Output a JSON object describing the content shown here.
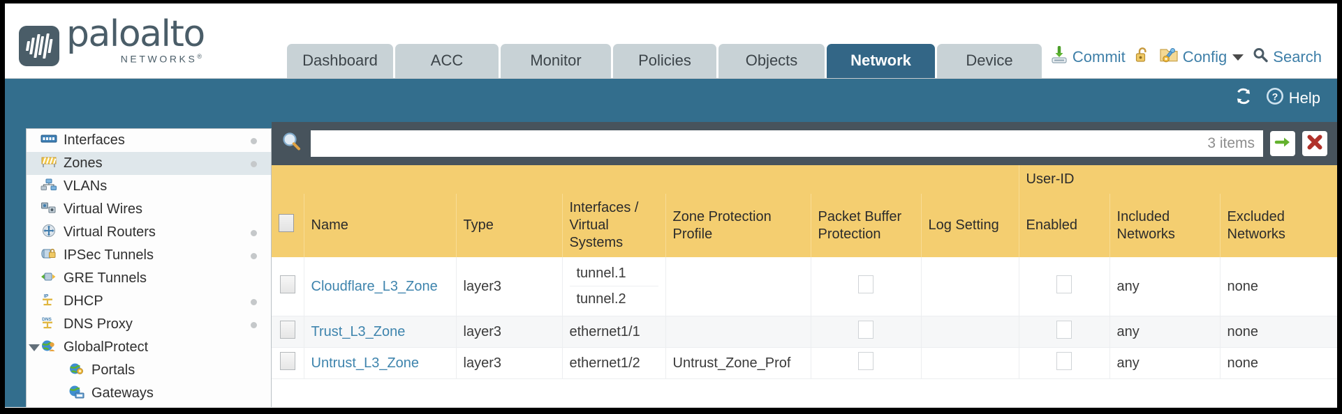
{
  "brand": {
    "name": "paloalto",
    "tagline": "NETWORKS",
    "registered": "®"
  },
  "nav": {
    "tabs": [
      {
        "label": "Dashboard",
        "active": false
      },
      {
        "label": "ACC",
        "active": false
      },
      {
        "label": "Monitor",
        "active": false
      },
      {
        "label": "Policies",
        "active": false
      },
      {
        "label": "Objects",
        "active": false
      },
      {
        "label": "Network",
        "active": true
      },
      {
        "label": "Device",
        "active": false
      }
    ]
  },
  "utility": {
    "commit_label": "Commit",
    "commit_icon": "commit-download-icon",
    "lock_icon": "unlocked-padlock-icon",
    "config_label": "Config",
    "config_icon": "config-wrench-icon",
    "config_caret": "chevron-down-icon",
    "search_label": "Search",
    "search_icon": "search-icon"
  },
  "subheader": {
    "refresh_icon": "refresh-icon",
    "help_label": "Help",
    "help_icon": "help-question-icon"
  },
  "sidebar": {
    "items": [
      {
        "label": "Interfaces",
        "icon": "interfaces-icon",
        "dot": true,
        "child": false,
        "selected": false,
        "expander": false
      },
      {
        "label": "Zones",
        "icon": "zones-icon",
        "dot": true,
        "child": false,
        "selected": true,
        "expander": false
      },
      {
        "label": "VLANs",
        "icon": "vlans-icon",
        "dot": false,
        "child": false,
        "selected": false,
        "expander": false
      },
      {
        "label": "Virtual Wires",
        "icon": "virtual-wires-icon",
        "dot": false,
        "child": false,
        "selected": false,
        "expander": false
      },
      {
        "label": "Virtual Routers",
        "icon": "virtual-routers-icon",
        "dot": true,
        "child": false,
        "selected": false,
        "expander": false
      },
      {
        "label": "IPSec Tunnels",
        "icon": "ipsec-tunnels-icon",
        "dot": true,
        "child": false,
        "selected": false,
        "expander": false
      },
      {
        "label": "GRE Tunnels",
        "icon": "gre-tunnels-icon",
        "dot": false,
        "child": false,
        "selected": false,
        "expander": false
      },
      {
        "label": "DHCP",
        "icon": "dhcp-icon",
        "dot": true,
        "child": false,
        "selected": false,
        "expander": false
      },
      {
        "label": "DNS Proxy",
        "icon": "dns-proxy-icon",
        "dot": true,
        "child": false,
        "selected": false,
        "expander": false
      },
      {
        "label": "GlobalProtect",
        "icon": "globalprotect-icon",
        "dot": false,
        "child": false,
        "selected": false,
        "expander": true
      },
      {
        "label": "Portals",
        "icon": "portals-icon",
        "dot": false,
        "child": true,
        "selected": false,
        "expander": false
      },
      {
        "label": "Gateways",
        "icon": "gateways-icon",
        "dot": false,
        "child": true,
        "selected": false,
        "expander": false
      }
    ]
  },
  "filter": {
    "search_icon": "search-icon",
    "value": "",
    "item_count": "3 items",
    "apply_icon": "apply-arrow-icon",
    "clear_icon": "clear-x-icon"
  },
  "table": {
    "group_header": "User-ID",
    "columns": [
      "Name",
      "Type",
      "Interfaces / Virtual Systems",
      "Zone Protection Profile",
      "Packet Buffer Protection",
      "Log Setting",
      "Enabled",
      "Included Networks",
      "Excluded Networks"
    ],
    "col_name": "Name",
    "col_type": "Type",
    "col_interfaces_l1": "Interfaces /",
    "col_interfaces_l2": "Virtual",
    "col_interfaces_l3": "Systems",
    "col_zone_protection_l1": "Zone Protection",
    "col_zone_protection_l2": "Profile",
    "col_packet_buffer_l1": "Packet Buffer",
    "col_packet_buffer_l2": "Protection",
    "col_log_setting": "Log Setting",
    "col_enabled": "Enabled",
    "col_included_l1": "Included",
    "col_included_l2": "Networks",
    "col_excluded_l1": "Excluded",
    "col_excluded_l2": "Networks",
    "rows": [
      {
        "selected": false,
        "name": "Cloudflare_L3_Zone",
        "type": "layer3",
        "interfaces": [
          "tunnel.1",
          "tunnel.2"
        ],
        "zone_protection_profile": "",
        "packet_buffer_protection": false,
        "log_setting": "",
        "userid_enabled": false,
        "included_networks": "any",
        "excluded_networks": "none"
      },
      {
        "selected": false,
        "name": "Trust_L3_Zone",
        "type": "layer3",
        "interfaces": [
          "ethernet1/1"
        ],
        "zone_protection_profile": "",
        "packet_buffer_protection": false,
        "log_setting": "",
        "userid_enabled": false,
        "included_networks": "any",
        "excluded_networks": "none"
      },
      {
        "selected": false,
        "name": "Untrust_L3_Zone",
        "type": "layer3",
        "interfaces": [
          "ethernet1/2"
        ],
        "zone_protection_profile": "Untrust_Zone_Prof",
        "packet_buffer_protection": false,
        "log_setting": "",
        "userid_enabled": false,
        "included_networks": "any",
        "excluded_networks": "none"
      }
    ]
  },
  "colors": {
    "brand_slate": "#4a5d68",
    "header_blue": "#336e8d",
    "active_tab": "#336686",
    "tab_idle": "#c8d2d6",
    "filter_bar": "#47535c",
    "table_header_amber": "#f4ce70",
    "group_header_amber": "#e8bb51",
    "link_blue": "#3e84ad",
    "alt_row": "#f6f7f8"
  }
}
